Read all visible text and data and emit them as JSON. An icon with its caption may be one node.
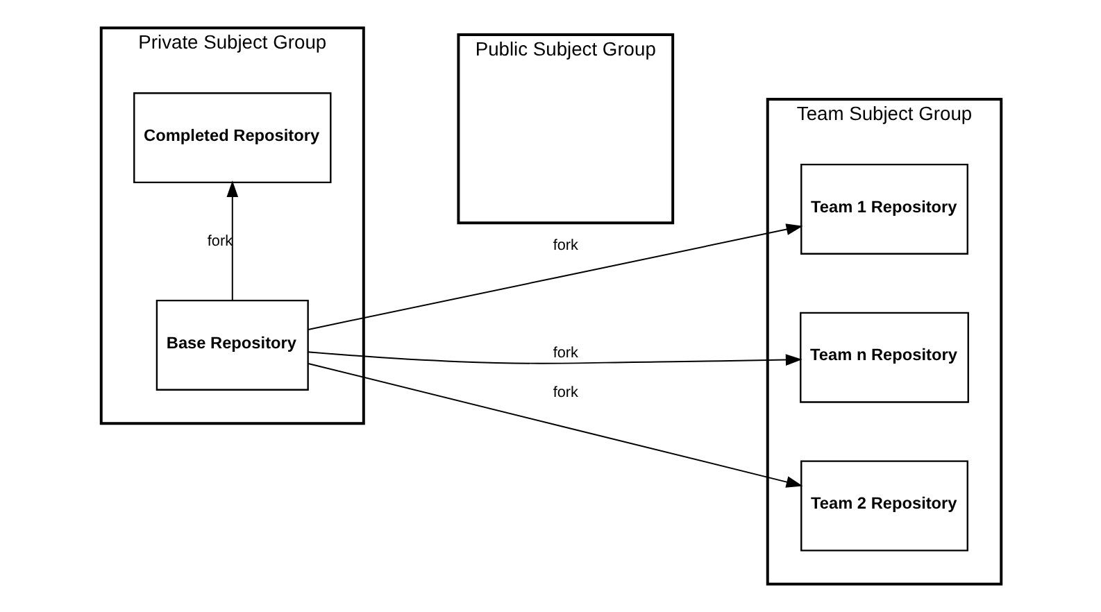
{
  "diagram": {
    "nodes": [
      {
        "text": [
          "Private Subject Group"
        ]
      },
      {
        "text": [
          "Base Repository"
        ],
        "in": 0
      },
      {
        "text": [
          "Completed Repository"
        ],
        "in": 0
      },
      {
        "text": [
          "Public Subject Group"
        ]
      },
      {
        "text": [
          "Team Subject Group"
        ]
      },
      {
        "text": [
          "Team 1 Repository"
        ],
        "in": 4
      },
      {
        "text": [
          "Team 2 Repository"
        ],
        "in": 4
      },
      {
        "text": [
          "Team n Repository"
        ],
        "in": 4
      }
    ],
    "edges": [
      {
        "from": 1,
        "to": 5,
        "arrow": "to",
        "label": "fork"
      },
      {
        "from": 1,
        "to": 6,
        "arrow": "to",
        "label": "fork"
      },
      {
        "from": 1,
        "to": 7,
        "arrow": "to",
        "label": "fork"
      },
      {
        "from": 1,
        "to": 2,
        "arrow": "to",
        "label": "fork"
      }
    ]
  }
}
